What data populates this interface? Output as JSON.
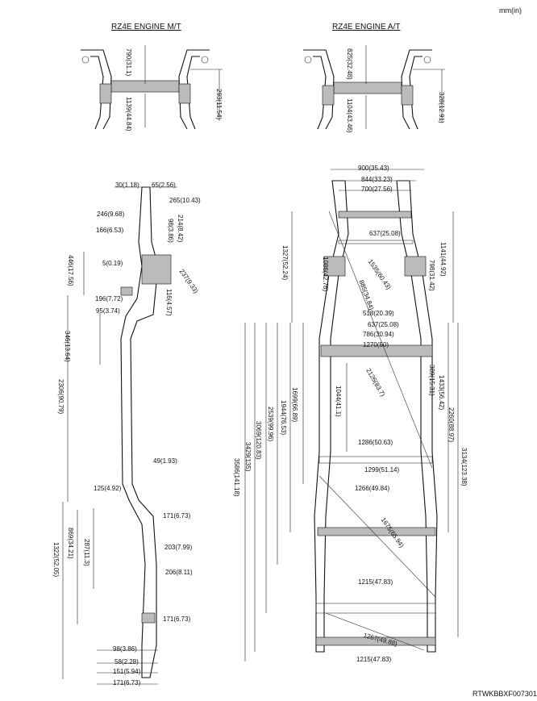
{
  "header": {
    "unit_label": "mm(in)",
    "title_mt": "RZ4E ENGINE M/T",
    "title_at": "RZ4E ENGINE A/T",
    "figure_code": "RTWKBBXF007301"
  },
  "mt_detail": [
    "790(31.1)",
    "293(11.54)",
    "1139(44.84)"
  ],
  "at_detail": [
    "825(32.48)",
    "328(12.91)",
    "1104(43.46)"
  ],
  "side_dims": [
    "30(1.18)",
    "65(2.56)",
    "265(10.43)",
    "246(9.68)",
    "214(8.42)",
    "98(3.86)",
    "166(6.53)",
    "446(17.56)",
    "5(0.19)",
    "237(9.33)",
    "196(7.72)",
    "116(4.57)",
    "95(3.74)",
    "346(13.64)",
    "2306(90.79)",
    "49(1.93)",
    "125(4.92)",
    "171(6.73)",
    "869(34.21)",
    "287(11.3)",
    "1322(52.05)",
    "203(7.99)",
    "206(8.11)",
    "171(6.73)",
    "98(3.86)",
    "58(2.28)",
    "151(5.94)",
    "171(6.73)"
  ],
  "top_dims": [
    "900(35.43)",
    "844(33.23)",
    "700(27.56)",
    "637(25.08)",
    "1141(44.92)",
    "1327(52.24)",
    "1086(42.76)",
    "798(31.42)",
    "1535(60.43)",
    "885(34.84)",
    "518(20.39)",
    "637(25.08)",
    "786(30.94)",
    "1270(50)",
    "389(15.31)",
    "1433(56.42)",
    "2126(83.7)",
    "1044(41.1)",
    "2260(88.97)",
    "1699(66.89)",
    "1944(76.53)",
    "2539(99.96)",
    "3069(120.83)",
    "3429(135)",
    "3586(141.18)",
    "3134(123.38)",
    "1286(50.63)",
    "1299(51.14)",
    "1266(49.84)",
    "1675(65.94)",
    "1215(47.83)",
    "1267(49.88)",
    "1215(47.83)"
  ]
}
